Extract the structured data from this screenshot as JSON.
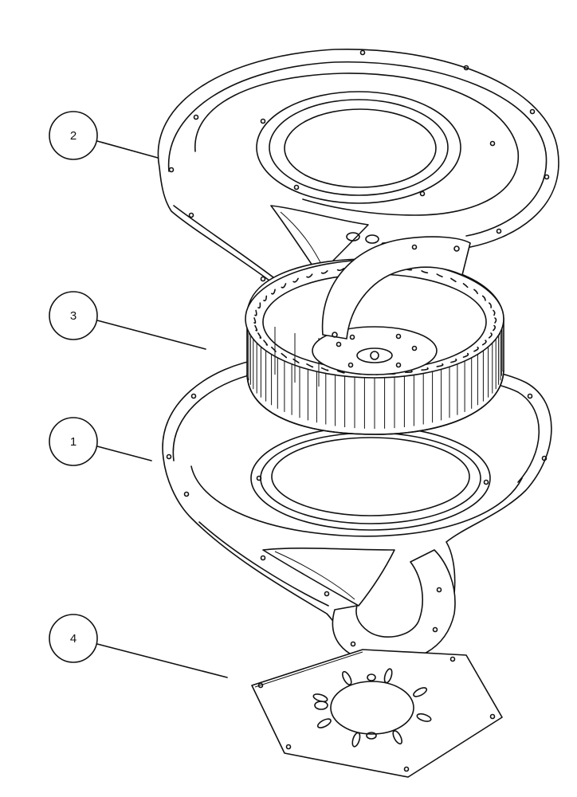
{
  "callouts": [
    {
      "id": "2",
      "label": "2"
    },
    {
      "id": "3",
      "label": "3"
    },
    {
      "id": "1",
      "label": "1"
    },
    {
      "id": "4",
      "label": "4"
    }
  ]
}
